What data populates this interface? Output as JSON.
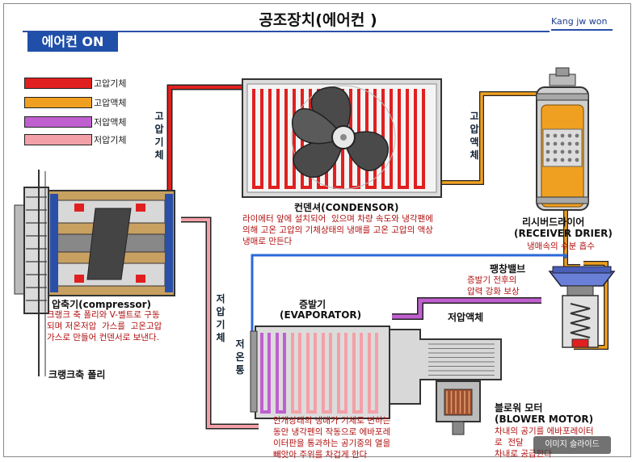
{
  "title": "공조장치(에어컨 )",
  "author": "Kang jw won",
  "mode_badge": "에어컨 ON",
  "legend": [
    {
      "label": "고압기체",
      "color": "#e02020"
    },
    {
      "label": "고압액체",
      "color": "#f0a020"
    },
    {
      "label": "저압액체",
      "color": "#c060d0"
    },
    {
      "label": "저압기체",
      "color": "#f4a0a8"
    }
  ],
  "pipe_labels": {
    "high_gas": "고압기체",
    "high_liquid": "고압액체",
    "low_gas": "저압기체",
    "low_liquid": "저압액체",
    "low_temp": "저온통"
  },
  "condenser": {
    "title": "컨덴셔(CONDENSOR)",
    "desc": "라이에터 앞에 설치되어  있으며 차량 속도와 냉각팬에\n의해 고온 고압의 기체상태의 냉매를 고온 고압의 액상\n냉매로 만든다"
  },
  "receiver": {
    "title": "리시버드라이어",
    "subtitle": "(RECEIVER DRIER)",
    "desc": "냉매속의 수분 흡수"
  },
  "expansion": {
    "title": "팽창밸브",
    "desc": "증발기 전후의\n압력 강화 보상"
  },
  "compressor": {
    "title": "압축기(compressor)",
    "desc": "크랭크 축 폴리와 V-벨트로 구동\n되며 저온저압  가스를  고온고압\n가스로 만들어 컨덴서로 보낸다."
  },
  "crank_pulley": "크랭크축 폴리",
  "evaporator": {
    "title": "증발기",
    "subtitle": "(EVAPORATOR)",
    "desc": "안개상태의 냉매가 기체로 변하는\n동안 냉각펜의 작동으로 에바포레\n이터판을 통과하는 공기중의 열을\n빼앗아 주위를 차겁게 한다"
  },
  "blower": {
    "title": "블로워 모터",
    "subtitle": "(BLOWER MOTOR)",
    "desc": "차내의 공기를 에바포레이터\n로  전달\n차내로 공급한다"
  },
  "watermark": "이미지 슬라이드"
}
